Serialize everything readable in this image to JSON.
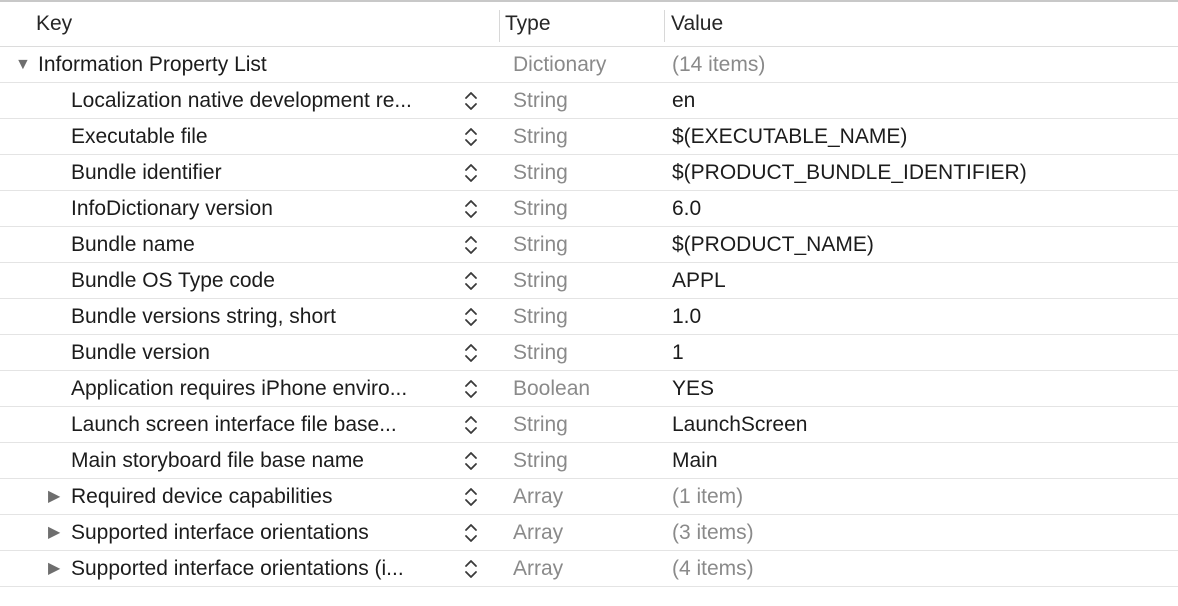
{
  "columns": {
    "key": "Key",
    "type": "Type",
    "value": "Value"
  },
  "root": {
    "key": "Information Property List",
    "type": "Dictionary",
    "value": "(14 items)",
    "expanded": true
  },
  "rows": [
    {
      "key": "Localization native development re...",
      "type": "String",
      "value": "en",
      "expandable": false,
      "muted_value": false
    },
    {
      "key": "Executable file",
      "type": "String",
      "value": "$(EXECUTABLE_NAME)",
      "expandable": false,
      "muted_value": false
    },
    {
      "key": "Bundle identifier",
      "type": "String",
      "value": "$(PRODUCT_BUNDLE_IDENTIFIER)",
      "expandable": false,
      "muted_value": false
    },
    {
      "key": "InfoDictionary version",
      "type": "String",
      "value": "6.0",
      "expandable": false,
      "muted_value": false
    },
    {
      "key": "Bundle name",
      "type": "String",
      "value": "$(PRODUCT_NAME)",
      "expandable": false,
      "muted_value": false
    },
    {
      "key": "Bundle OS Type code",
      "type": "String",
      "value": "APPL",
      "expandable": false,
      "muted_value": false
    },
    {
      "key": "Bundle versions string, short",
      "type": "String",
      "value": "1.0",
      "expandable": false,
      "muted_value": false
    },
    {
      "key": "Bundle version",
      "type": "String",
      "value": "1",
      "expandable": false,
      "muted_value": false
    },
    {
      "key": "Application requires iPhone enviro...",
      "type": "Boolean",
      "value": "YES",
      "expandable": false,
      "muted_value": false
    },
    {
      "key": "Launch screen interface file base...",
      "type": "String",
      "value": "LaunchScreen",
      "expandable": false,
      "muted_value": false
    },
    {
      "key": "Main storyboard file base name",
      "type": "String",
      "value": "Main",
      "expandable": false,
      "muted_value": false
    },
    {
      "key": "Required device capabilities",
      "type": "Array",
      "value": "(1 item)",
      "expandable": true,
      "muted_value": true
    },
    {
      "key": "Supported interface orientations",
      "type": "Array",
      "value": "(3 items)",
      "expandable": true,
      "muted_value": true
    },
    {
      "key": "Supported interface orientations (i...",
      "type": "Array",
      "value": "(4 items)",
      "expandable": true,
      "muted_value": true
    }
  ],
  "icons": {
    "expanded": "disclosure-triangle-down-icon",
    "collapsed": "disclosure-triangle-right-icon",
    "stepper": "up-down-stepper-icon"
  },
  "colors": {
    "type_text": "#8a8a8a",
    "row_divider": "#e4e4e4"
  }
}
